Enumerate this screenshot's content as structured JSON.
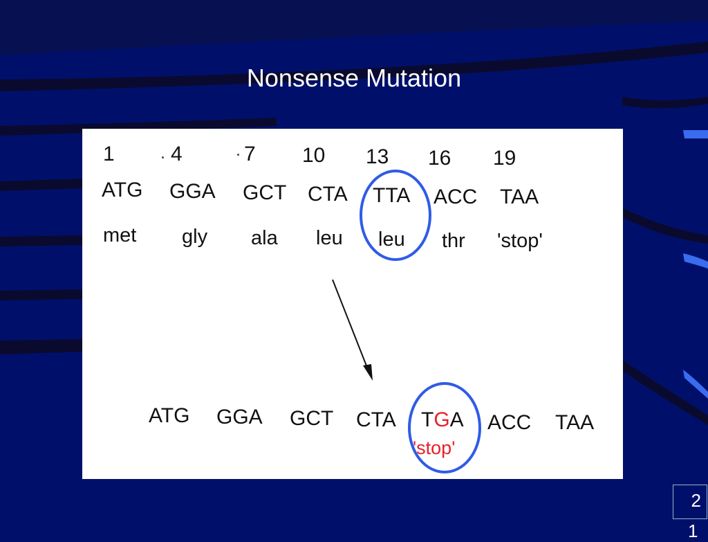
{
  "slide": {
    "title": "Nonsense Mutation",
    "page_number": "2",
    "page_number_overflow": "1",
    "colors": {
      "background": "#00106a",
      "stripe": "#0a0a30",
      "accent_blue": "#3a6cf0",
      "circle": "#2f5be6",
      "mutation_red": "#e8202a"
    }
  },
  "figure": {
    "positions": [
      "1",
      "4",
      "7",
      "10",
      "13",
      "16",
      "19"
    ],
    "codons": [
      "ATG",
      "GGA",
      "GCT",
      "CTA",
      "TTA",
      "ACC",
      "TAA"
    ],
    "amino_acids": [
      "met",
      "gly",
      "ala",
      "leu",
      "leu",
      "thr",
      "'stop'"
    ],
    "mutated": {
      "codons": [
        "ATG",
        "GGA",
        "GCT",
        "CTA"
      ],
      "mut_codon": {
        "left": "T",
        "changed": "G",
        "right": "A"
      },
      "tail_codons": [
        "ACC",
        "TAA"
      ],
      "mut_label": "'stop'"
    }
  }
}
